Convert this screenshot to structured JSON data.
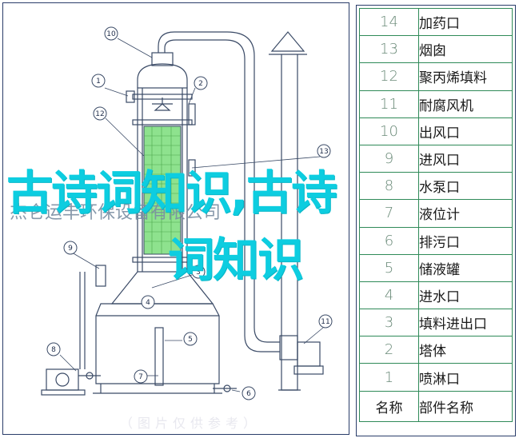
{
  "parts_table": {
    "header": {
      "number": "名称",
      "name": "部件名称"
    },
    "rows": [
      {
        "number": "14",
        "name": "加药口"
      },
      {
        "number": "13",
        "name": "烟囱"
      },
      {
        "number": "12",
        "name": "聚丙烯填料"
      },
      {
        "number": "11",
        "name": "耐腐风机"
      },
      {
        "number": "10",
        "name": "出风口"
      },
      {
        "number": "9",
        "name": "进风口"
      },
      {
        "number": "8",
        "name": "水泵口"
      },
      {
        "number": "7",
        "name": "液位计"
      },
      {
        "number": "6",
        "name": "排污口"
      },
      {
        "number": "5",
        "name": "储液罐"
      },
      {
        "number": "4",
        "name": "进水口"
      },
      {
        "number": "3",
        "name": "填料进出口"
      },
      {
        "number": "2",
        "name": "塔体"
      },
      {
        "number": "1",
        "name": "喷淋口"
      }
    ]
  },
  "diagram": {
    "callouts": [
      "10",
      "1",
      "2",
      "12",
      "13",
      "9",
      "3",
      "4",
      "5",
      "8",
      "7",
      "6",
      "11"
    ]
  },
  "overlay": {
    "line1": "古诗词知识,古诗",
    "line2": "词知识"
  },
  "watermark": {
    "text": "杰仑运丰环保设备有限公司",
    "bottom_text": "（图片仅供参考）"
  },
  "colors": {
    "frame": "#2a3d6a",
    "table_grid": "#2f8a58",
    "packing": "#8ee28e",
    "overlay_text": "#0dcde0"
  }
}
